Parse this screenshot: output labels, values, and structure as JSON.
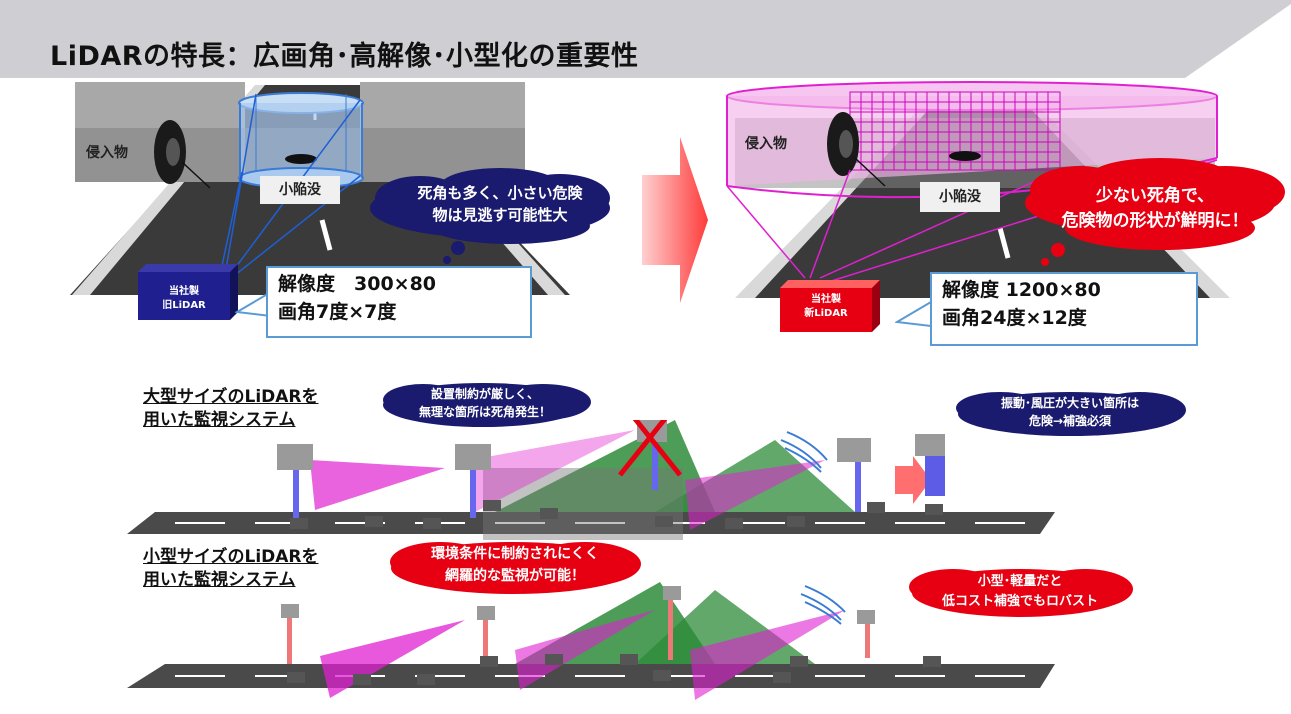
{
  "title": "LiDARの特長：広画角･高解像･小型化の重要性",
  "top_left": {
    "intruder_label": "侵入物",
    "pothole_label": "小陥没",
    "lidar_label_line1": "当社製",
    "lidar_label_line2": "旧LiDAR",
    "resolution": "解像度　300×80",
    "view_angle": "画角7度×7度",
    "callout_line1": "死角も多く、小さい危険",
    "callout_line2": "物は見逃す可能性大"
  },
  "top_right": {
    "intruder_label": "侵入物",
    "pothole_label": "小陥没",
    "lidar_label_line1": "当社製",
    "lidar_label_line2": "新LiDAR",
    "resolution": "解像度 1200×80",
    "view_angle": "画角24度×12度",
    "callout_line1": "少ない死角で、",
    "callout_line2": "危険物の形状が鮮明に！"
  },
  "bottom_large": {
    "title_line1": "大型サイズのLiDARを",
    "title_line2": "用いた監視システム",
    "callout1_line1": "設置制約が厳しく、",
    "callout1_line2": "無理な箇所は死角発生！",
    "callout2_line1": "振動･風圧が大きい箇所は",
    "callout2_line2": "危険→補強必須"
  },
  "bottom_small": {
    "title_line1": "小型サイズのLiDARを",
    "title_line2": "用いた監視システム",
    "callout1_line1": "環境条件に制約されにくく",
    "callout1_line2": "網羅的な監視が可能！",
    "callout2_line1": "小型･軽量だと",
    "callout2_line2": "低コスト補強でもロバスト"
  },
  "colors": {
    "navy_callout": "#1a1a6e",
    "red_callout": "#e60012",
    "old_lidar": "#1f1f8f",
    "new_lidar": "#e60012",
    "box_border": "#5b9bd5",
    "fov_magenta": "#e020d0",
    "green_coverage": "#2e8b3a"
  }
}
